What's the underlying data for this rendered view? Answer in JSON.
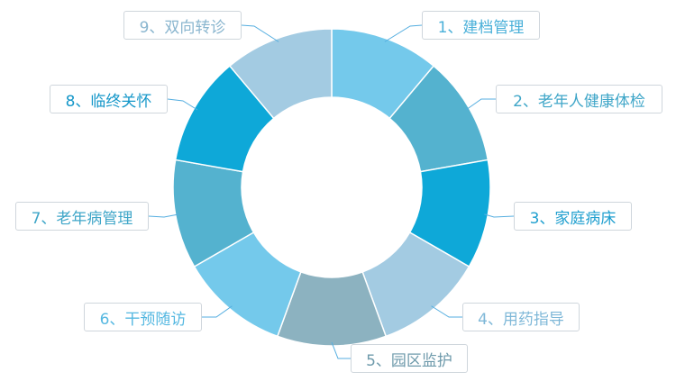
{
  "diagram": {
    "segments": [
      {
        "label": "1、建档管理",
        "fill": "#74c9eb",
        "text_color": "#4ab0d9"
      },
      {
        "label": "2、老年人健康体检",
        "fill": "#54b2cf",
        "text_color": "#3fa6c8"
      },
      {
        "label": "3、家庭病床",
        "fill": "#0ea8d8",
        "text_color": "#1f9fcf"
      },
      {
        "label": "4、用药指导",
        "fill": "#a3cbe2",
        "text_color": "#7fb8d8"
      },
      {
        "label": "5、园区监护",
        "fill": "#8cb2c0",
        "text_color": "#6e9aab"
      },
      {
        "label": "6、干预随访",
        "fill": "#74c9eb",
        "text_color": "#55b8e1"
      },
      {
        "label": "7、老年病管理",
        "fill": "#54b2cf",
        "text_color": "#3fa6c8"
      },
      {
        "label": "8、临终关怀",
        "fill": "#0ea8d8",
        "text_color": "#1597c9"
      },
      {
        "label": "9、双向转诊",
        "fill": "#a3cbe2",
        "text_color": "#8ab6cf"
      }
    ],
    "leader_line_color": "#55aee0",
    "border_color": "#cfd6dc"
  }
}
